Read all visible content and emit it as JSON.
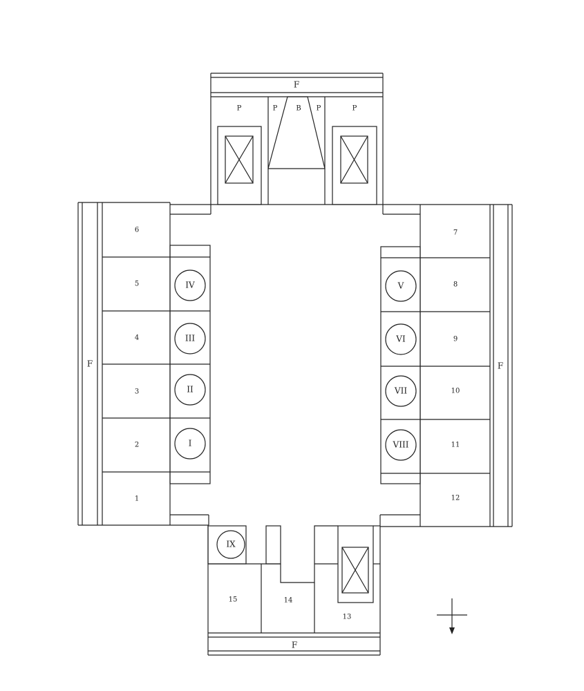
{
  "labels": {
    "frieze": "F",
    "porch": "P",
    "b": "B",
    "rooms_left": [
      "6",
      "5",
      "4",
      "3",
      "2",
      "1"
    ],
    "rooms_right": [
      "7",
      "8",
      "9",
      "10",
      "11",
      "12"
    ],
    "rooms_bottom": [
      "15",
      "14",
      "13"
    ],
    "circles_left": [
      "IV",
      "III",
      "II",
      "I"
    ],
    "circles_right": [
      "V",
      "VI",
      "VII",
      "VIII"
    ],
    "circle_bottom": "IX"
  },
  "compass": {
    "direction": "down"
  }
}
